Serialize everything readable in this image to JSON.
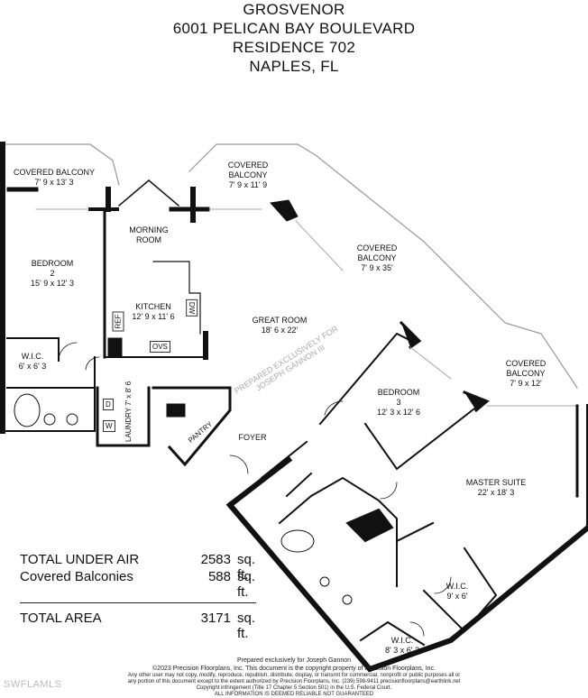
{
  "header": {
    "line1": "GROSVENOR",
    "line2": "6001 PELICAN BAY BOULEVARD",
    "line3": "RESIDENCE 702",
    "line4": "NAPLES, FL"
  },
  "rooms": {
    "balcony_left": {
      "name": "COVERED BALCONY",
      "dims": "7' 9 x 13' 3"
    },
    "balcony_mid": {
      "name1": "COVERED",
      "name2": "BALCONY",
      "dims": "7' 9 x 11' 9"
    },
    "balcony_great": {
      "name1": "COVERED",
      "name2": "BALCONY",
      "dims": "7' 9 x 35'"
    },
    "balcony_right": {
      "name1": "COVERED",
      "name2": "BALCONY",
      "dims": "7' 9 x 12'"
    },
    "morning": {
      "name1": "MORNING",
      "name2": "ROOM"
    },
    "bedroom2": {
      "name1": "BEDROOM",
      "name2": "2",
      "dims": "15' 9 x 12' 3"
    },
    "kitchen": {
      "name": "KITCHEN",
      "dims": "12' 9 x 11' 6"
    },
    "great_room": {
      "name": "GREAT ROOM",
      "dims": "18' 6 x 22'"
    },
    "wic_left": {
      "name": "W.I.C.",
      "dims": "6' x 6' 3"
    },
    "laundry": {
      "name": "LAUNDRY",
      "dims": "7' x 8' 6"
    },
    "pantry": {
      "name": "PANTRY"
    },
    "foyer": {
      "name": "FOYER"
    },
    "bedroom3": {
      "name1": "BEDROOM",
      "name2": "3",
      "dims": "12' 3 x 12' 6"
    },
    "master": {
      "name": "MASTER SUITE",
      "dims": "22' x 18' 3"
    },
    "wic_master": {
      "name": "W.I.C.",
      "dims": "9' x 6'"
    },
    "wic_bottom": {
      "name": "W.I.C.",
      "dims": "8' 3 x 6' 3"
    }
  },
  "fixtures": {
    "ref": "REF",
    "dw": "DW",
    "ovs": "OVS",
    "d": "D",
    "w": "W"
  },
  "watermark_text": {
    "line1": "PREPARED EXCLUSIVELY FOR",
    "line2": "JOSEPH GANNON III"
  },
  "totals": {
    "under_air": {
      "label": "TOTAL UNDER AIR",
      "value": "2583",
      "unit": "sq. ft."
    },
    "balconies": {
      "label": "Covered Balconies",
      "value": "588",
      "unit": "sq. ft."
    },
    "total": {
      "label": "TOTAL AREA",
      "value": "3171",
      "unit": "sq. ft."
    }
  },
  "footer": {
    "prepared": "Prepared exclusively for Joseph Gannon",
    "copyright": "©2023 Precision Floorplans, Inc.  This document is the copyright property of Precision Floorplans, Inc.",
    "line3": "Any other user may not copy, modify, reproduce, republish, distribute, display, or transmit for commercial, nonprofit or public purposes all or",
    "line4": "any portion of this document except to the extent authorized by Precision Floorplans, Inc. (239) 598-9411 precisionfloorplans@earthlink.net",
    "line5": "Copyright infringement (Title 17 Chapter 5 Section 501) in the U.S. Federal Court.",
    "line6": "ALL INFORMATION IS DEEMED RELIABLE NOT GUARANTEED"
  },
  "site_watermark": "SWFLAMLS"
}
